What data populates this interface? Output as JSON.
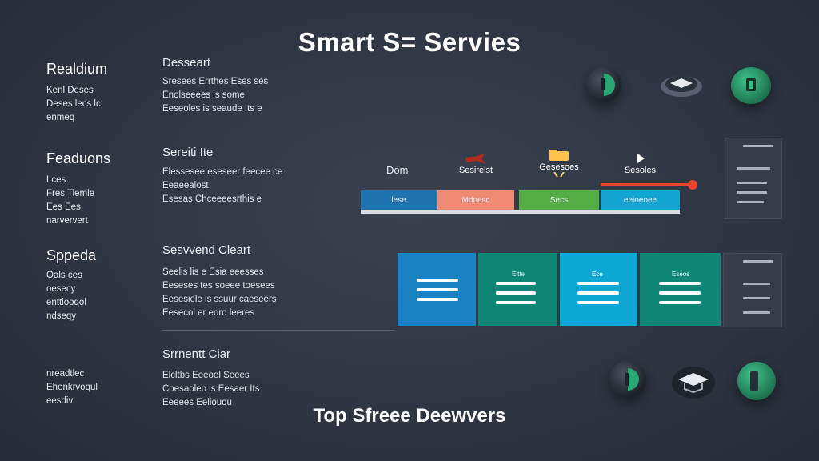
{
  "header": {
    "title": "Smart S= Servies"
  },
  "left_column": [
    {
      "heading": "Realdium",
      "lines": [
        "Kenl Deses",
        "Deses lecs lc",
        "enmeq"
      ]
    },
    {
      "heading": "Feaduons",
      "lines": [
        "Lces",
        "Fres Tiemle",
        "Ees Ees",
        "narververt"
      ]
    },
    {
      "heading": "Sppeda",
      "lines": [
        "Oals ces",
        "oesecy",
        "enttiooqol",
        "ndseqy"
      ]
    },
    {
      "heading": "",
      "lines": [
        "nreadtlec",
        "Ehenkrvoqul",
        "eesdiv"
      ]
    }
  ],
  "middle_column": [
    {
      "heading": "Desseart",
      "lines": [
        "Sresees Errthes Eses ses",
        "Enolseeees is some",
        "Eeseoles is seaude Its e"
      ]
    },
    {
      "heading": "Sereiti Ite",
      "lines": [
        "Elessesee eseseer feecee ce",
        "Eeaeealost",
        "Esesas Chceeeesrthis e"
      ]
    },
    {
      "heading": "Sesvvend Cleart",
      "lines": [
        "Seelis lis e Esia eeesses",
        "Eeseses tes soeee toesees",
        "Eesesiele is ssuur caeseers",
        "Eesecol er eoro leeres"
      ]
    },
    {
      "heading": "Srrnentt Ciar",
      "lines": [
        "Elcltbs Eeeoel Seees",
        "Coesaoleo is Eesaer Its",
        "Eeeees Eeliouou"
      ]
    }
  ],
  "panel_top": {
    "left_label": "Dom",
    "tiles": [
      {
        "label": "Sesirelst",
        "color": "#e8472e"
      },
      {
        "label": "Gesesoes",
        "color": "#f0821a"
      },
      {
        "label": "Sesoles",
        "color": "#17a7d6"
      }
    ],
    "strips": [
      {
        "label": "lese",
        "color": "#1f74b0"
      },
      {
        "label": "Mdoesc",
        "color": "#ef8a74"
      },
      {
        "label": "Secs",
        "color": "#54ae45"
      },
      {
        "label": "eeioeoee",
        "color": "#12a5d2"
      }
    ]
  },
  "panel_bottom": {
    "tiles": [
      {
        "label": "",
        "color": "#1b83c4"
      },
      {
        "label": "Eltte",
        "color": "#0f8676"
      },
      {
        "label": "Ece",
        "color": "#0ea8d4"
      },
      {
        "label": "Eseos",
        "color": "#0f8676"
      }
    ]
  },
  "footer": {
    "text": "Top Sfreee Deewvers"
  },
  "colors": {
    "background": "#2f3643",
    "accent_green": "#25a06c",
    "accent_red": "#e8472e"
  },
  "icons": [
    "green-orb-icon",
    "chat-bubble-icon",
    "green-circle-icon",
    "green-orb-icon",
    "graduation-cap-icon",
    "green-circle-icon"
  ]
}
